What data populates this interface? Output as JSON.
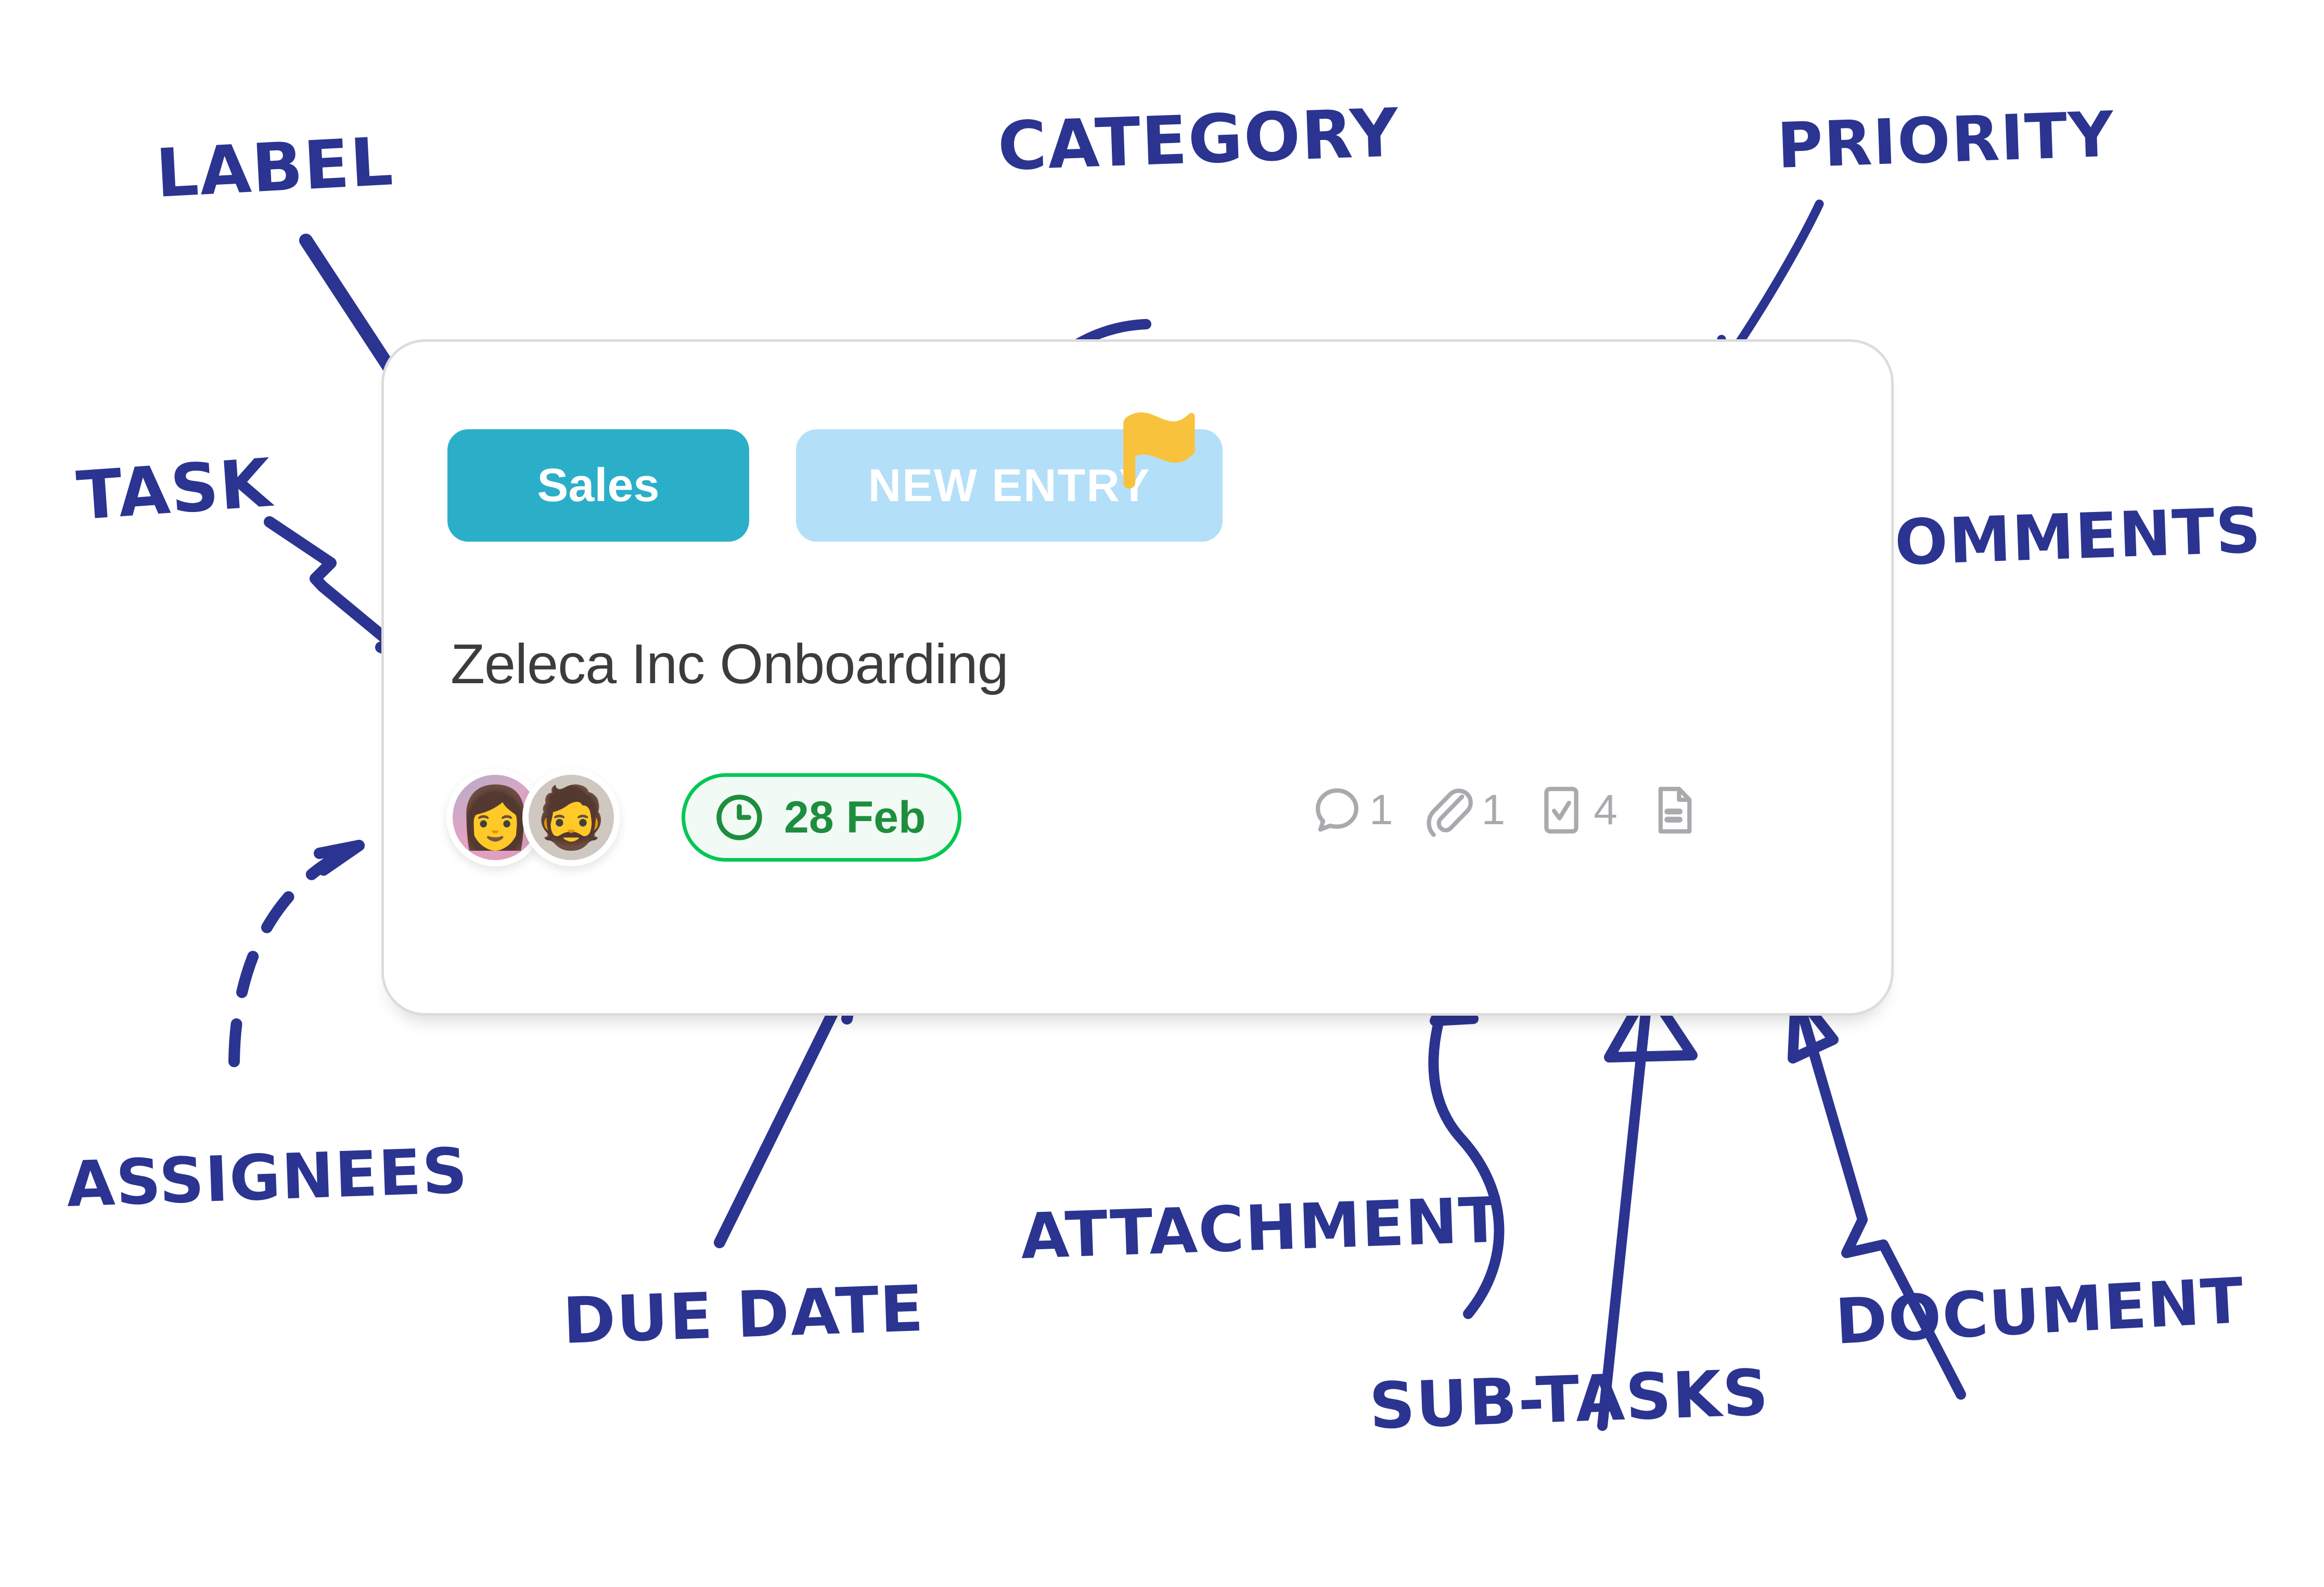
{
  "card": {
    "label_badge": "Sales",
    "category_badge": "NEW ENTRY",
    "title": "Zeleca Inc Onboarding",
    "due_date": "28 Feb",
    "priority_flag_icon": "flag-icon",
    "priority_flag_color": "#F9C23C",
    "label_badge_color": "#2BAFC9",
    "category_badge_color": "#B4DFF8",
    "due_date_color": "#00C853",
    "assignees": [
      {
        "name": "assignee-1",
        "emoji": "👩",
        "background": "#D99BBE"
      },
      {
        "name": "assignee-2",
        "emoji": "🧔",
        "background": "#CFC8C0"
      }
    ],
    "meta": [
      {
        "icon": "comment-icon",
        "count": "1"
      },
      {
        "icon": "paperclip-icon",
        "count": "1"
      },
      {
        "icon": "checkbox-icon",
        "count": "4"
      },
      {
        "icon": "document-icon",
        "count": ""
      }
    ]
  },
  "annotations": {
    "ink_color": "#2B3490",
    "items": [
      {
        "id": "label",
        "text": "LABEL"
      },
      {
        "id": "category",
        "text": "CATEGORY"
      },
      {
        "id": "priority",
        "text": "PRIORITY"
      },
      {
        "id": "task",
        "text": "TASK"
      },
      {
        "id": "comments",
        "text": "COMMENTS"
      },
      {
        "id": "assignees",
        "text": "ASSIGNEES"
      },
      {
        "id": "due_date",
        "text": "DUE DATE"
      },
      {
        "id": "attachment",
        "text": "ATTACHMENT"
      },
      {
        "id": "sub_tasks",
        "text": "SUB-TASKS"
      },
      {
        "id": "document",
        "text": "DOCUMENT"
      }
    ]
  }
}
